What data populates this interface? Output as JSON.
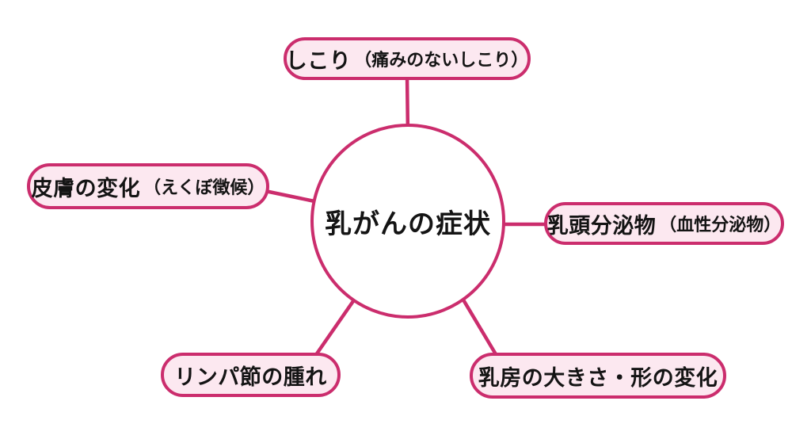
{
  "diagram": {
    "center": {
      "title": "乳がんの症状"
    },
    "nodes": [
      {
        "id": "lump",
        "label": "しこり",
        "sublabel": "（痛みのないしこり）",
        "position": "top"
      },
      {
        "id": "skin-change",
        "label": "皮膚の変化",
        "sublabel": "（えくぼ徴候）",
        "position": "left"
      },
      {
        "id": "nipple-discharge",
        "label": "乳頭分泌物",
        "sublabel": "（血性分泌物）",
        "position": "right"
      },
      {
        "id": "lymph-node",
        "label": "リンパ節の腫れ",
        "sublabel": "",
        "position": "bottom-left"
      },
      {
        "id": "size-shape",
        "label": "乳房の大きさ・形の変化",
        "sublabel": "",
        "position": "bottom-right"
      }
    ],
    "colors": {
      "accent": "#cb2d6d",
      "node_fill": "#fce8f0",
      "text": "#141414",
      "background": "#ffffff"
    }
  }
}
